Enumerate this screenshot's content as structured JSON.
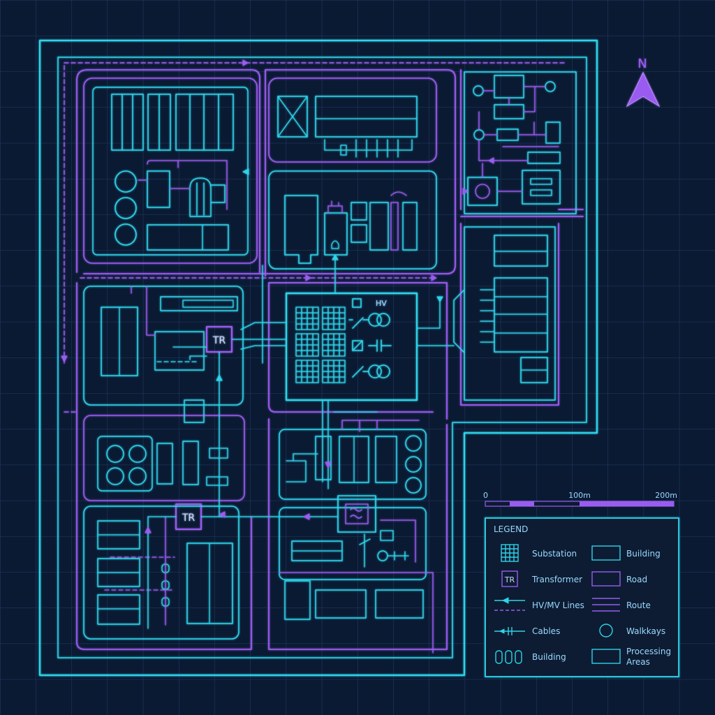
{
  "colors": {
    "background": "#0b1a33",
    "grid": "#1f3d66",
    "cyan": "#2fd3e8",
    "violet": "#9a5cf0",
    "text": "#9ad8ff"
  },
  "compass": {
    "label": "N",
    "icon": "north-arrow-icon"
  },
  "substation": {
    "label": "HV"
  },
  "transformers": [
    {
      "label": "TR"
    },
    {
      "label": "TR"
    }
  ],
  "scale_bar": {
    "ticks": [
      "0",
      "100m",
      "200m"
    ]
  },
  "legend": {
    "title": "LEGEND",
    "items": [
      {
        "label": "Substation",
        "icon": "substation-grid-icon"
      },
      {
        "label": "Transformer",
        "icon": "transformer-icon",
        "icon_text": "TR"
      },
      {
        "label": "HV/MV Lines",
        "icon": "hv-line-icon"
      },
      {
        "label": "Cables",
        "icon": "cable-icon"
      },
      {
        "label": "Building",
        "icon": "tank-building-icon"
      },
      {
        "label": "Building",
        "icon": "building-rect-icon"
      },
      {
        "label": "Road",
        "icon": "road-rect-icon"
      },
      {
        "label": "Route",
        "icon": "route-lines-icon"
      },
      {
        "label": "Walkkays",
        "icon": "walkway-circle-icon"
      },
      {
        "label": "Processing Areas",
        "icon": "processing-area-icon"
      }
    ]
  }
}
